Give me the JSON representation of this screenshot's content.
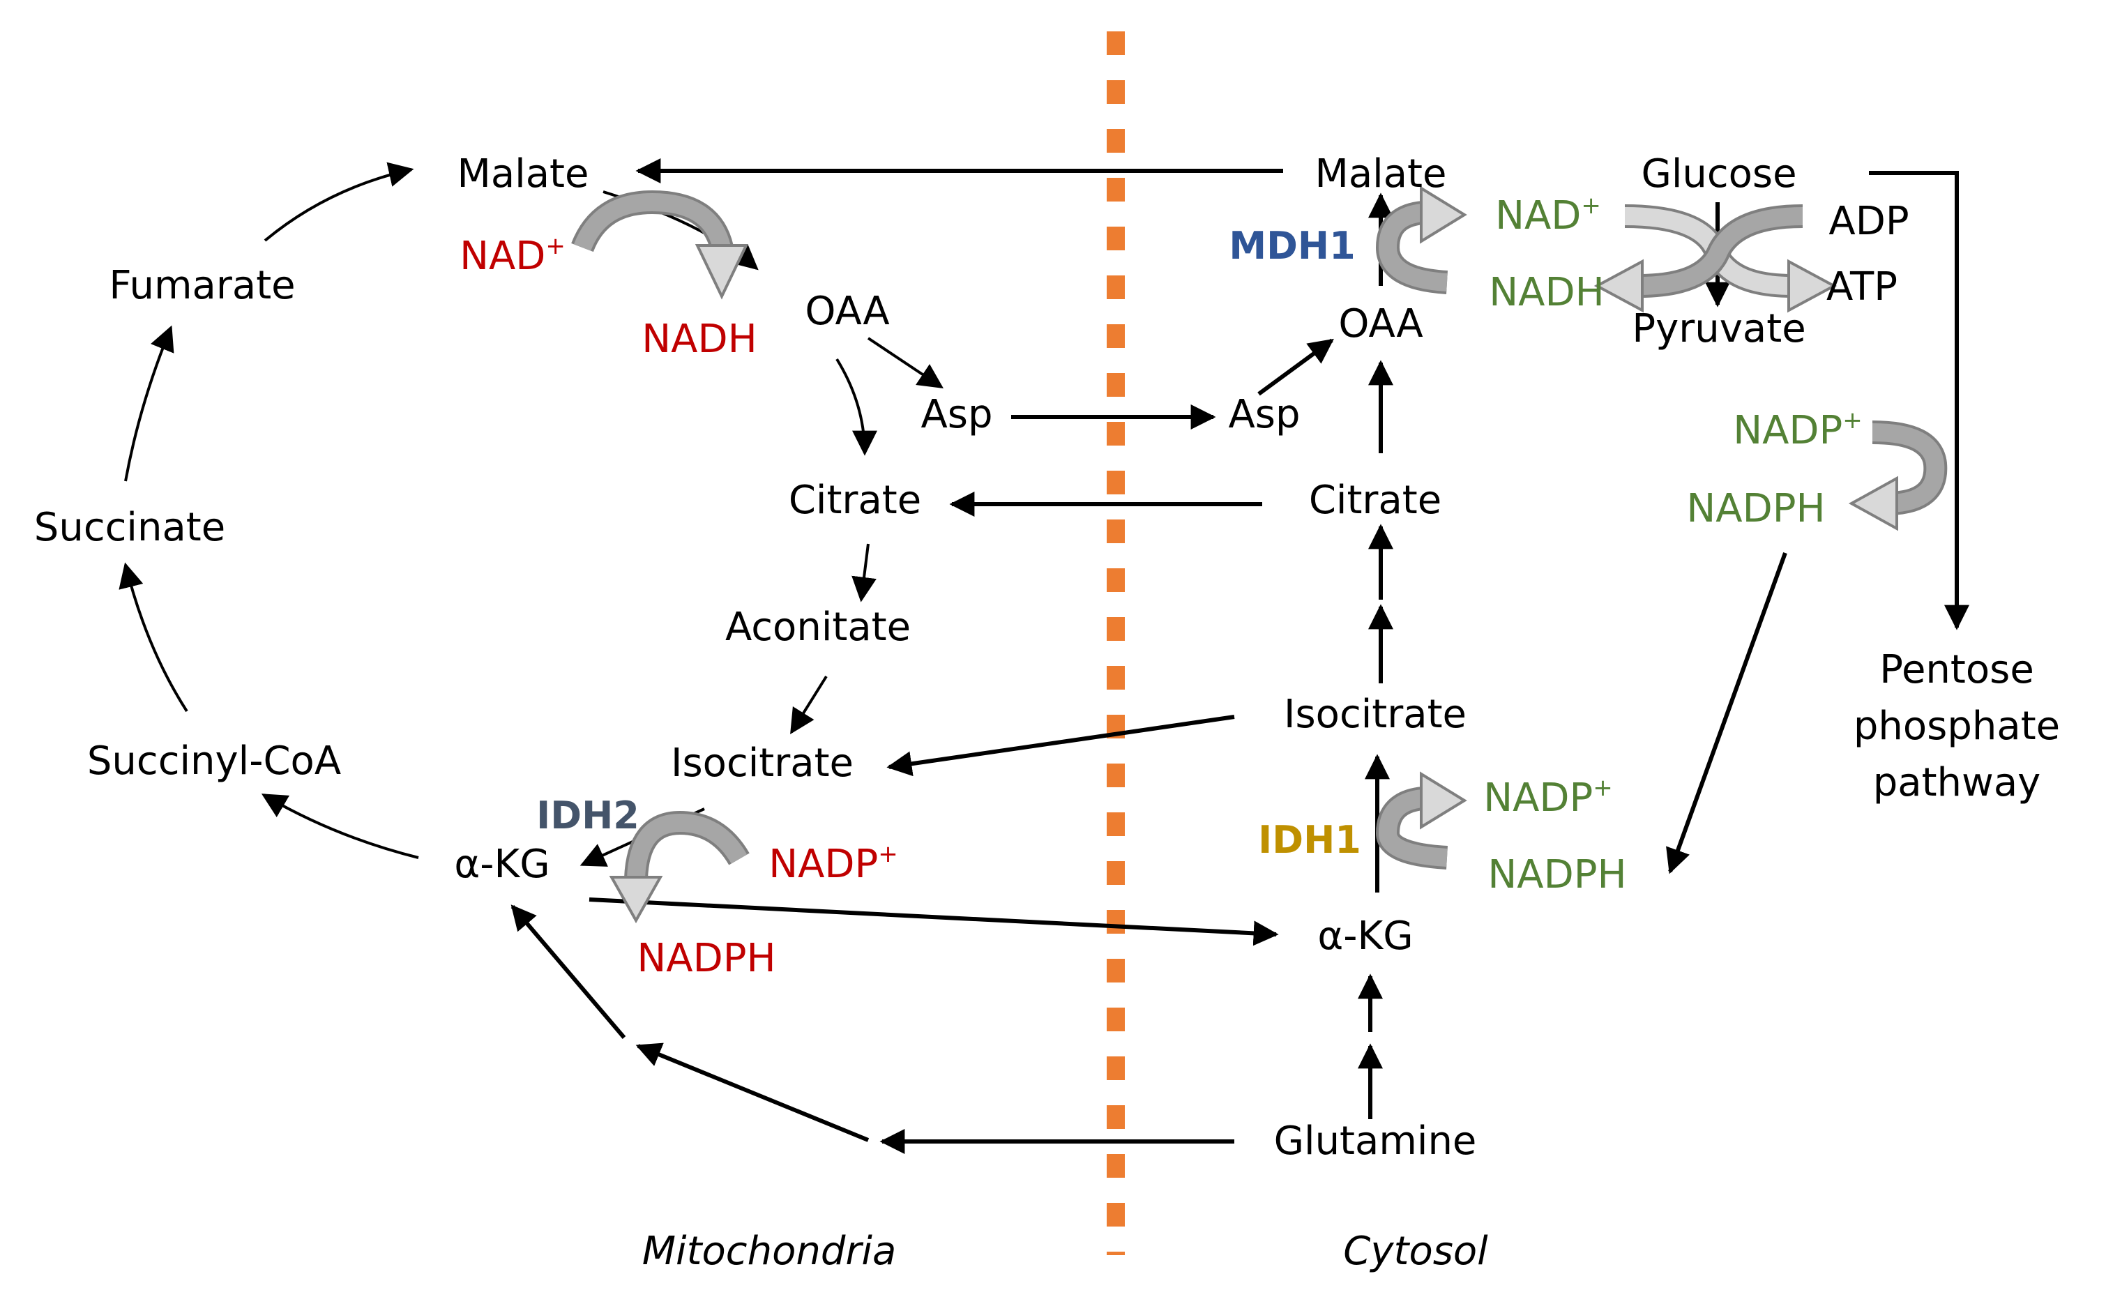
{
  "colors": {
    "mitochondria_cofactor": "#c00000",
    "cytosol_cofactor": "#538135",
    "mdh1": "#2f5597",
    "idh2": "#44546a",
    "idh1": "#bf9000",
    "membrane": "#ed7d31",
    "curved_arrow_fill": "#a6a6a6",
    "curved_arrow_light": "#d9d9d9"
  },
  "mitochondria": {
    "malate": "Malate",
    "oaa": "OAA",
    "asp": "Asp",
    "citrate": "Citrate",
    "aconitate": "Aconitate",
    "isocitrate": "Isocitrate",
    "akg": "α-KG",
    "succinyl_coa": "Succinyl-CoA",
    "succinate": "Succinate",
    "fumarate": "Fumarate",
    "nad_base": "NAD",
    "nad_sup": "+",
    "nadh": "NADH",
    "nadp_base": "NADP",
    "nadp_sup": "+",
    "nadph": "NADPH",
    "enzyme_idh2": "IDH2",
    "compartment_label": "Mitochondria"
  },
  "cytosol": {
    "malate": "Malate",
    "oaa": "OAA",
    "asp": "Asp",
    "citrate": "Citrate",
    "isocitrate": "Isocitrate",
    "akg": "α-KG",
    "glutamine": "Glutamine",
    "glucose": "Glucose",
    "pyruvate": "Pyruvate",
    "adp": "ADP",
    "atp": "ATP",
    "nad_base": "NAD",
    "nad_sup": "+",
    "nadh": "NADH",
    "nadp_pp_base": "NADP",
    "nadp_pp_sup": "+",
    "nadph_pp": "NADPH",
    "nadp_idh1_base": "NADP",
    "nadp_idh1_sup": "+",
    "nadph_idh1": "NADPH",
    "enzyme_mdh1": "MDH1",
    "enzyme_idh1": "IDH1",
    "ppp_line1": "Pentose",
    "ppp_line2": "phosphate",
    "ppp_line3": "pathway",
    "compartment_label": "Cytosol"
  }
}
